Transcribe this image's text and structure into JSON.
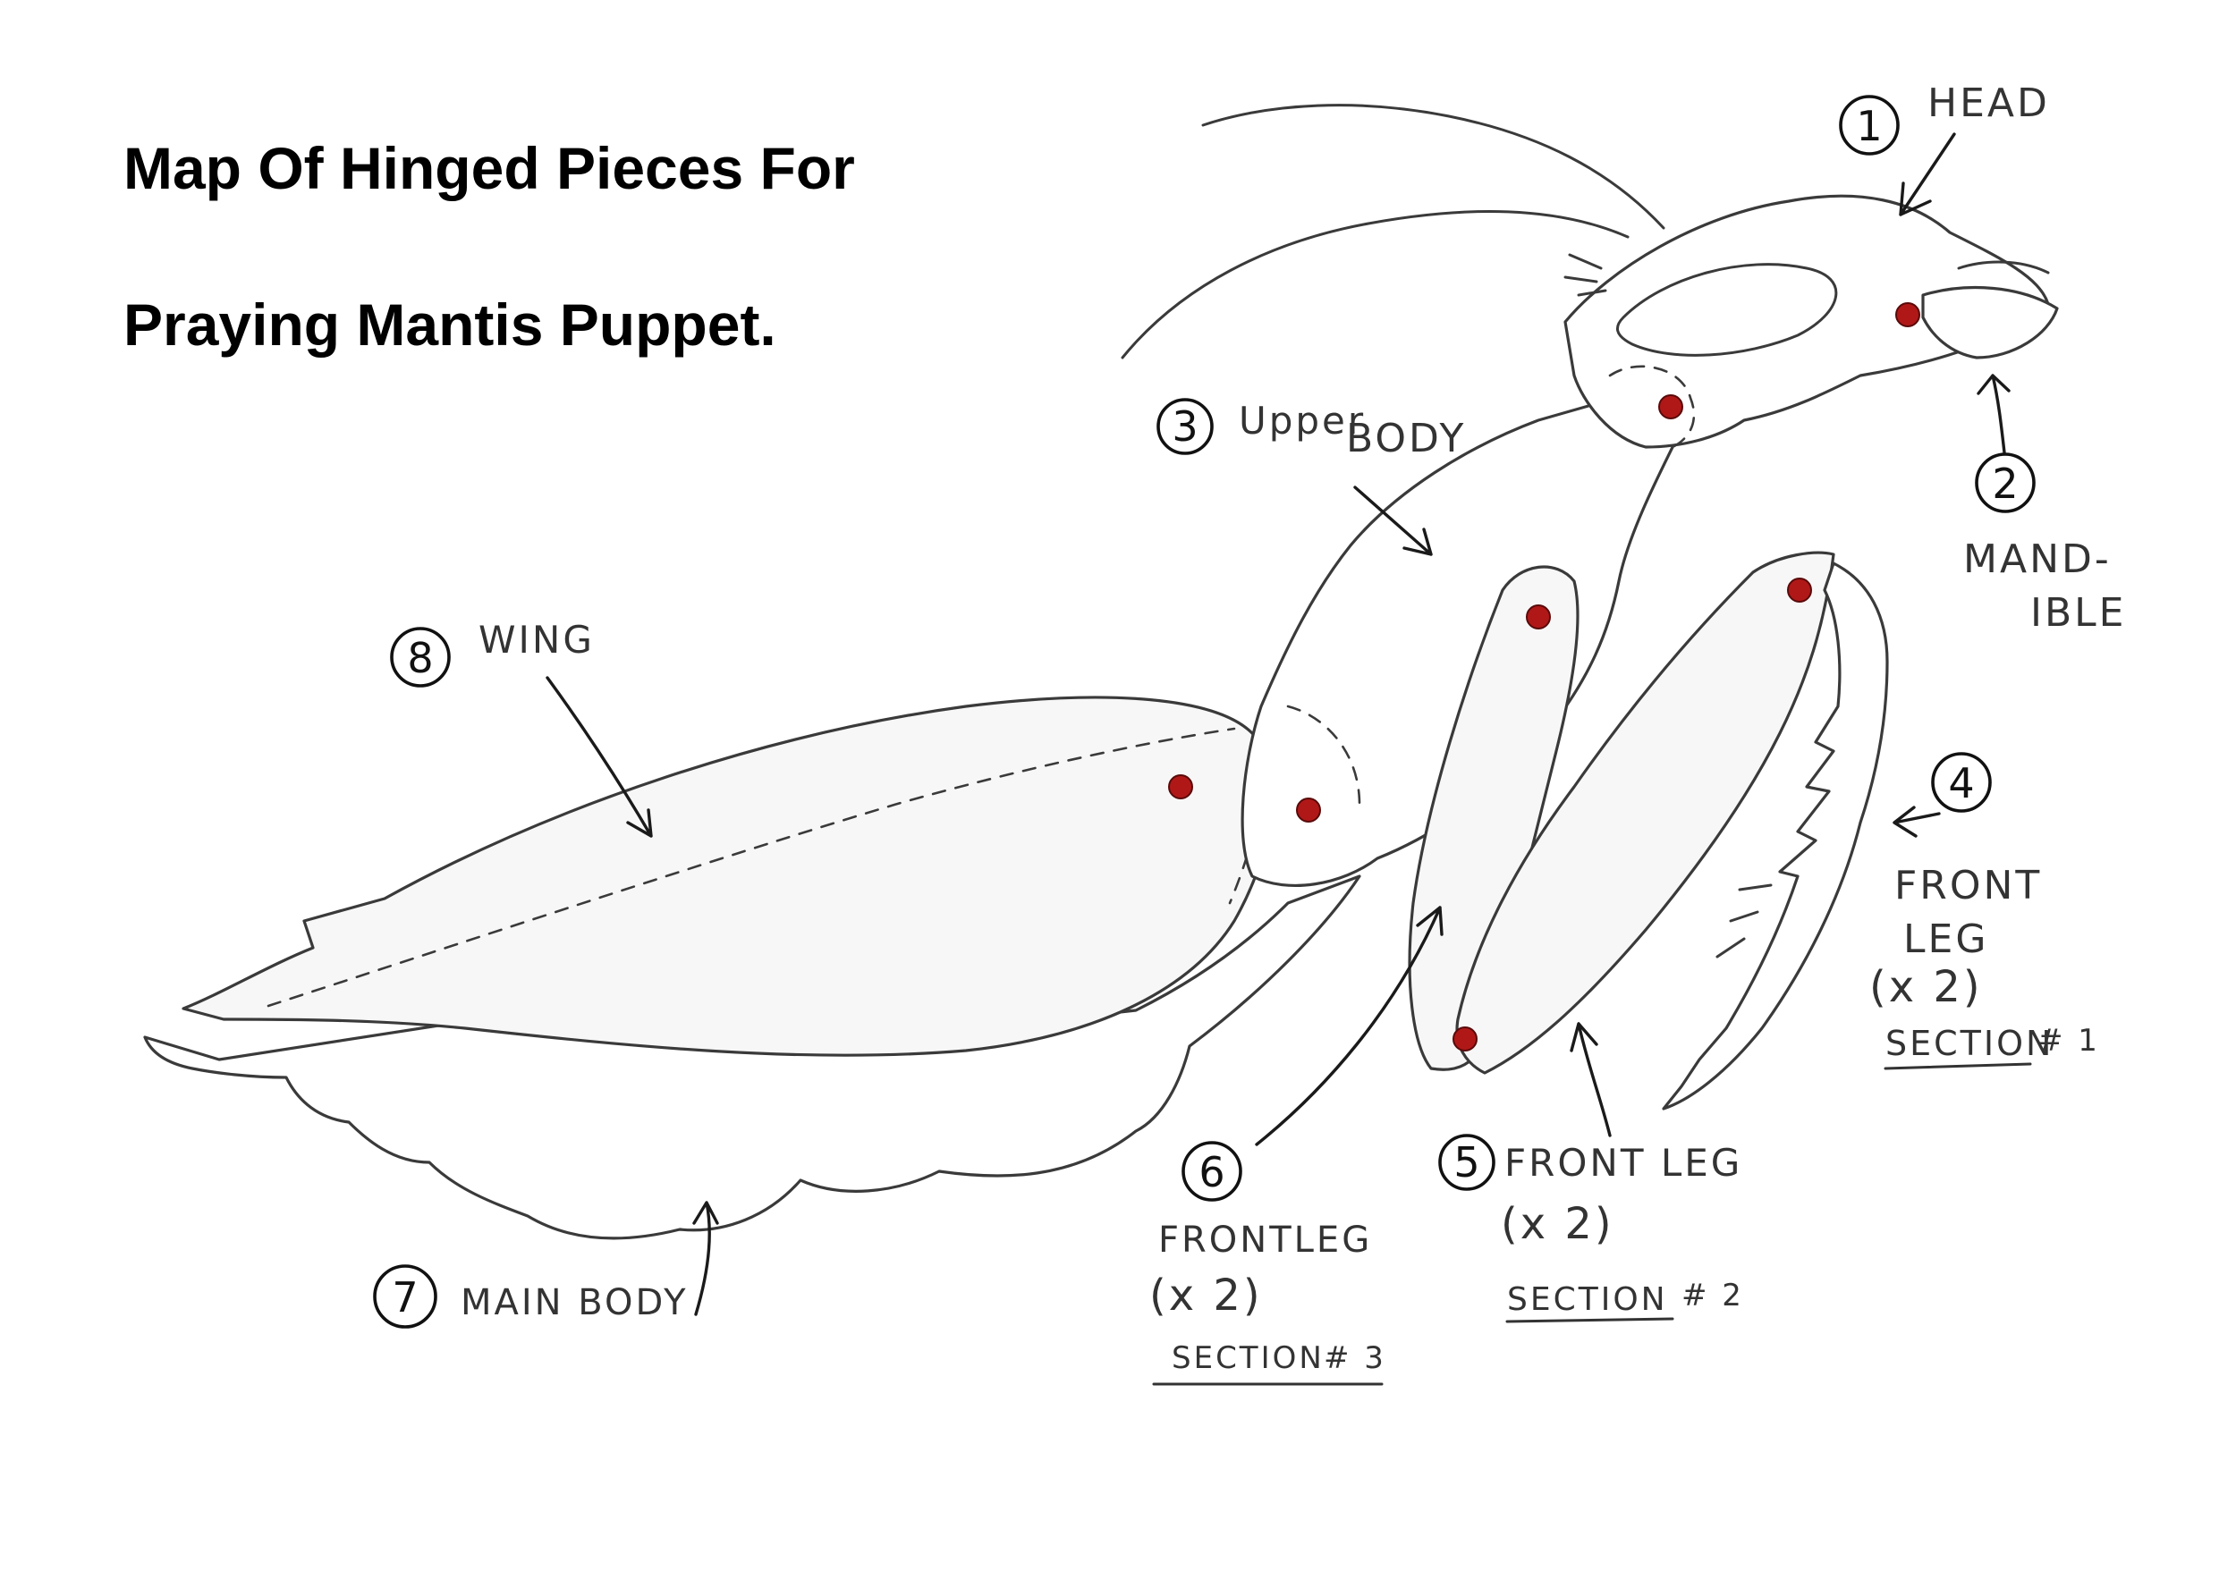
{
  "title": {
    "line1": "Map Of Hinged Pieces For",
    "line2": "Praying Mantis Puppet."
  },
  "colors": {
    "pivot_dot": "#b01818",
    "ink": "#3a3a3a"
  },
  "labels": {
    "head": {
      "number": "1",
      "text": "HEAD"
    },
    "mandible": {
      "number": "2",
      "line1": "MAND-",
      "line2": "IBLE"
    },
    "upper_body": {
      "number": "3",
      "text_a": "Upper",
      "text_b": "BODY"
    },
    "front_leg_1": {
      "number": "4",
      "line1": "FRONT",
      "line2": "LEG",
      "line3": "(x 2)",
      "section": "SECTION",
      "section_num": "# 1"
    },
    "front_leg_2": {
      "number": "5",
      "line1": "FRONT LEG",
      "line2": "(x 2)",
      "section": "SECTION",
      "section_num": "# 2"
    },
    "front_leg_3": {
      "number": "6",
      "line1": "FRONTLEG",
      "line2": "(x 2)",
      "section": "SECTION",
      "section_num": "# 3"
    },
    "main_body": {
      "number": "7",
      "text": "MAIN BODY"
    },
    "wing": {
      "number": "8",
      "text": "WING"
    }
  }
}
